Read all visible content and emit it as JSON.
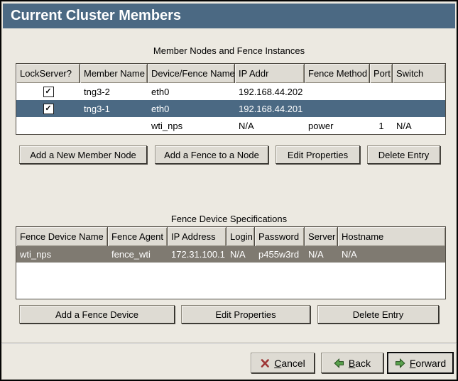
{
  "window": {
    "title": "Current Cluster Members"
  },
  "colors": {
    "titlebar": "#4b6983",
    "selection_active": "#4b6983",
    "selection_inactive": "#7f7a71",
    "background": "#ece9e1",
    "button_face": "#dedbd3"
  },
  "glyphs": {
    "check": "✓"
  },
  "member_table": {
    "caption": "Member Nodes and Fence Instances",
    "columns": [
      "LockServer?",
      "Member Name",
      "Device/Fence Name",
      "IP Addr",
      "Fence Method",
      "Port",
      "Switch"
    ],
    "rows": [
      {
        "lockserver": true,
        "selected": false,
        "cells": [
          "tng3-2",
          "eth0",
          "192.168.44.202",
          "",
          "",
          ""
        ]
      },
      {
        "lockserver": true,
        "selected": true,
        "cells": [
          "tng3-1",
          "eth0",
          "192.168.44.201",
          "",
          "",
          ""
        ]
      },
      {
        "lockserver": false,
        "selected": false,
        "cells": [
          "",
          "wti_nps",
          "N/A",
          "power",
          "1",
          "N/A"
        ]
      }
    ],
    "buttons": [
      "Add a New Member Node",
      "Add a Fence to a Node",
      "Edit Properties",
      "Delete Entry"
    ]
  },
  "fence_table": {
    "caption": "Fence Device Specifications",
    "columns": [
      "Fence Device Name",
      "Fence Agent",
      "IP Address",
      "Login",
      "Password",
      "Server",
      "Hostname"
    ],
    "rows": [
      {
        "selected": true,
        "cells": [
          "wti_nps",
          "fence_wti",
          "172.31.100.1",
          "N/A",
          "p455w3rd",
          "N/A",
          "N/A"
        ]
      }
    ],
    "buttons": [
      "Add a Fence Device",
      "Edit Properties",
      "Delete Entry"
    ]
  },
  "footer": {
    "cancel": {
      "mnemonic": "C",
      "rest": "ancel",
      "icon": "x-icon"
    },
    "back": {
      "mnemonic": "B",
      "rest": "ack",
      "icon": "arrow-left-icon"
    },
    "forward": {
      "mnemonic": "F",
      "rest": "orward",
      "icon": "arrow-right-icon"
    }
  }
}
